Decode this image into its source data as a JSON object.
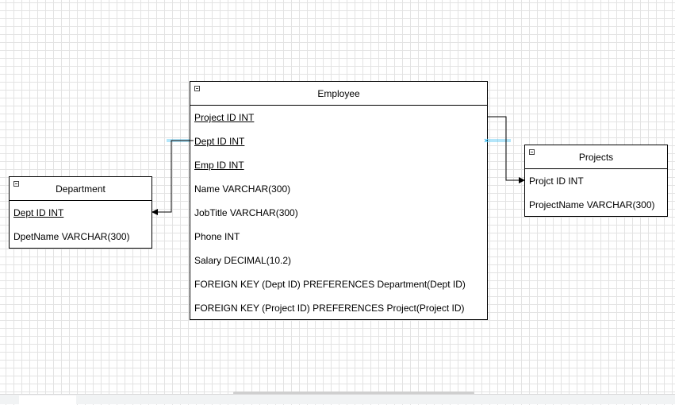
{
  "employee": {
    "title": "Employee",
    "fields": [
      "Project ID INT",
      "Dept ID INT",
      "Emp ID INT",
      "Name VARCHAR(300)",
      "JobTitle VARCHAR(300)",
      "Phone INT",
      "Salary DECIMAL(10.2)",
      "FOREIGN KEY (Dept ID) PREFERENCES Department(Dept ID)",
      "FOREIGN KEY (Project ID) PREFERENCES Project(Project ID)"
    ]
  },
  "department": {
    "title": "Department",
    "fields": [
      "Dept ID INT",
      "DpetName VARCHAR(300)"
    ]
  },
  "projects": {
    "title": "Projects",
    "fields": [
      "Projct ID INT",
      "ProjectName VARCHAR(300)"
    ]
  },
  "colors": {
    "line": "#000000",
    "hover_highlight": "#29b6f2",
    "grid": "#e3e3e3"
  }
}
